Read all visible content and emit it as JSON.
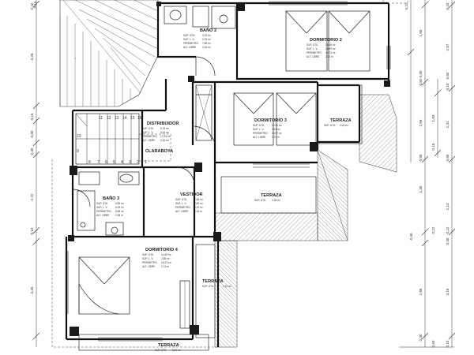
{
  "rooms": [
    {
      "id": "bano2",
      "name": "BAÑO 2",
      "rows": [
        [
          "SUP. ÚTIL",
          "3,76 m²"
        ],
        [
          "SUP. L. V.",
          "3,76 m²"
        ],
        [
          "PERÍMETRO",
          "7,89 m²"
        ],
        [
          "ALT. LIBRE",
          "2,34 m²"
        ]
      ]
    },
    {
      "id": "dormitorio2",
      "name": "DORMITORIO 2",
      "rows": [
        [
          "SUP. ÚTIL",
          "15,48 m²"
        ],
        [
          "SUP. L. V.",
          "15,95 m²"
        ],
        [
          "PERÍMETRO",
          "16,73 m²"
        ],
        [
          "ALT. LIBRE",
          "2,74 m"
        ]
      ]
    },
    {
      "id": "dormitorio3",
      "name": "DORMITORIO 3",
      "rows": [
        [
          "SUP. ÚTIL",
          "10,00 m²"
        ],
        [
          "SUP. L. V.",
          "3,21 m²"
        ],
        [
          "PERÍMETRO",
          "13,07 m²"
        ],
        [
          "ALT. LIBRE",
          "2,74 m"
        ]
      ]
    },
    {
      "id": "terraza1",
      "name": "TERRAZA",
      "rows": [
        [
          "SUP. ÚTIL",
          "2,63 m²"
        ]
      ]
    },
    {
      "id": "distribuidor",
      "name": "DISTRIBUIDOR",
      "rows": [
        [
          "SUP. ÚTIL",
          "6,78 m²"
        ],
        [
          "SUP. L. V.",
          "6,64 m²"
        ],
        [
          "PERÍMETRO",
          "17,93 m²"
        ],
        [
          "ALT. LIBRE",
          "2,34 m²"
        ]
      ]
    },
    {
      "id": "bano3",
      "name": "BAÑO 3",
      "rows": [
        [
          "SUP. ÚTIL",
          "6,55 m²"
        ],
        [
          "SUP. L. V.",
          "6,93 m²"
        ],
        [
          "PERÍMETRO",
          "8,58 m²"
        ],
        [
          "ALT. LIBRE",
          "2,38 m"
        ]
      ]
    },
    {
      "id": "vestidor",
      "name": "VESTIDOR",
      "rows": [
        [
          "SUP. ÚTIL",
          "2,56 m²"
        ],
        [
          "SUP. L. V.",
          "2,80 m²"
        ],
        [
          "PERÍMETRO",
          "6,00 m²"
        ],
        [
          "ALT. LIBRE",
          "2,34 m"
        ]
      ]
    },
    {
      "id": "terraza2",
      "name": "TERRAZA",
      "rows": [
        [
          "SUP. ÚTIL",
          "4,28 m²"
        ]
      ]
    },
    {
      "id": "dormitorio4",
      "name": "DORMITORIO 4",
      "rows": [
        [
          "SUP. ÚTIL",
          "14,05 m²"
        ],
        [
          "SUP. L. V.",
          "2,88 m²"
        ],
        [
          "PERÍMETRO",
          "16,23 m²"
        ],
        [
          "ALT. LIBRE",
          "2,74 m"
        ]
      ]
    },
    {
      "id": "terraza3",
      "name": "TERRAZA",
      "rows": [
        [
          "SUP. ÚTIL",
          "1,51 m²"
        ]
      ]
    },
    {
      "id": "terraza4",
      "name": "TERRAZA",
      "rows": [
        [
          "SUP. ÚTIL",
          "5,24 m²"
        ]
      ]
    }
  ],
  "misc_labels": {
    "claraboya": "CLARABOYA"
  },
  "stair_numbers": [
    "10",
    "11",
    "12",
    "13",
    "14",
    "15",
    "16",
    "9",
    "8",
    "7",
    "6",
    "5",
    "4",
    "3",
    "2",
    "1"
  ],
  "dims": {
    "left": [
      "3,28",
      "0,15",
      "0,80",
      "0,30",
      "2,22",
      "0,10",
      "3,33",
      "0,15"
    ],
    "right_outer": [
      "0,10",
      "2,57",
      "0,82",
      "0,10",
      "2,41",
      "0,90",
      "2,13",
      "0,22",
      "0,30",
      "3,18",
      "0,10"
    ],
    "right_mid": [
      "1,55",
      "0,30",
      "0,82",
      "2,56",
      "0,90",
      "1,35",
      "0,40",
      "2,88",
      "0,30"
    ],
    "right_inner": [
      "1,63",
      "0,15",
      "0,22",
      "0,50"
    ],
    "top": [
      "0,15",
      "0,22"
    ]
  }
}
